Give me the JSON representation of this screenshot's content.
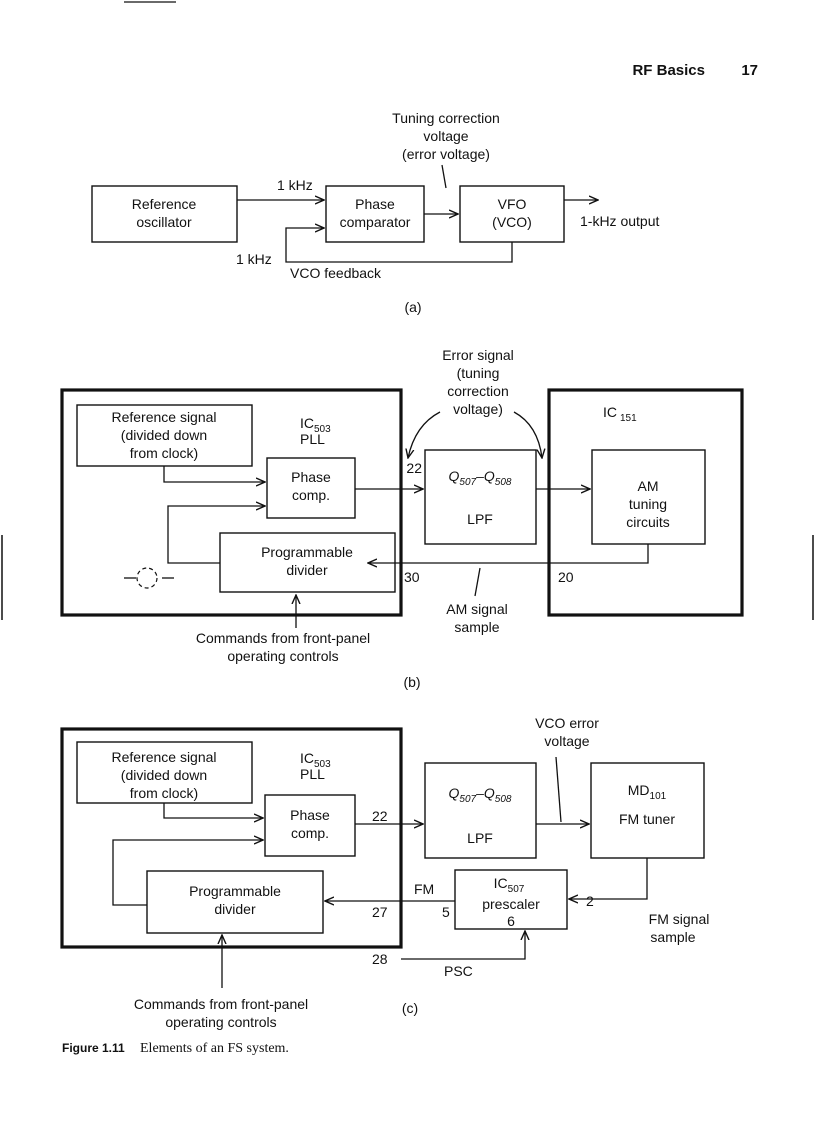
{
  "header": {
    "running_title": "RF Basics",
    "page_number": "17"
  },
  "diagram_a": {
    "boxes": {
      "reference_oscillator": [
        "Reference",
        "oscillator"
      ],
      "phase_comparator": [
        "Phase",
        "comparator"
      ],
      "vfo": [
        "VFO",
        "(VCO)"
      ]
    },
    "tuning_label": [
      "Tuning correction",
      "voltage",
      "(error voltage)"
    ],
    "ref_freq": "1 kHz",
    "feedback_freq": "1 kHz",
    "feedback_label": "VCO feedback",
    "output_label": "1-kHz output",
    "caption": "(a)"
  },
  "diagram_b": {
    "ic503": {
      "name": "IC",
      "sub": "503",
      "line2": "PLL"
    },
    "ic151": {
      "name": "IC",
      "sub": "151"
    },
    "reference_signal": [
      "Reference signal",
      "(divided down",
      "from clock)"
    ],
    "phase_comp": [
      "Phase",
      "comp."
    ],
    "programmable_divider": [
      "Programmable",
      "divider"
    ],
    "lpf": {
      "q1": "Q",
      "q1_sub": "507",
      "dash": "–",
      "q2": "Q",
      "q2_sub": "508",
      "label": "LPF"
    },
    "am_tuning": [
      "AM",
      "tuning",
      "circuits"
    ],
    "error_signal": [
      "Error signal",
      "(tuning",
      "correction",
      "voltage)"
    ],
    "pins": {
      "p22": "22",
      "p30": "30",
      "p20": "20"
    },
    "am_sample": [
      "AM signal",
      "sample"
    ],
    "commands": [
      "Commands from front-panel",
      "operating controls"
    ],
    "caption": "(b)"
  },
  "diagram_c": {
    "ic503": {
      "name": "IC",
      "sub": "503",
      "line2": "PLL"
    },
    "reference_signal": [
      "Reference signal",
      "(divided down",
      "from clock)"
    ],
    "phase_comp": [
      "Phase",
      "comp."
    ],
    "programmable_divider": [
      "Programmable",
      "divider"
    ],
    "lpf": {
      "q1": "Q",
      "q1_sub": "507",
      "dash": "–",
      "q2": "Q",
      "q2_sub": "508",
      "label": "LPF"
    },
    "md101": {
      "name": "MD",
      "sub": "101",
      "line2": "FM tuner"
    },
    "vco_error": [
      "VCO error",
      "voltage"
    ],
    "prescaler": {
      "name": "IC",
      "sub": "507",
      "line2": "prescaler",
      "line3": "6"
    },
    "pins": {
      "p22": "22",
      "p27": "27",
      "p28": "28",
      "p5": "5",
      "p2": "2"
    },
    "fm_label": "FM",
    "psc_label": "PSC",
    "fm_sample": [
      "FM signal",
      "sample"
    ],
    "commands": [
      "Commands from front-panel",
      "operating controls"
    ],
    "caption": "(c)"
  },
  "figure_caption": {
    "label": "Figure 1.11",
    "text": "Elements of an FS system."
  }
}
